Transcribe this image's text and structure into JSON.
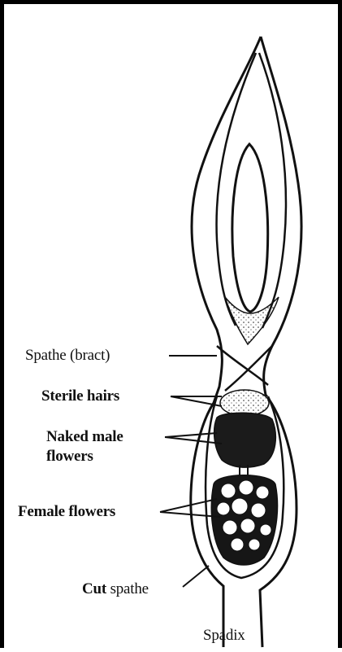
{
  "labels": {
    "spathe_bract": "Spathe (bract)",
    "sterile_hairs": "Sterile hairs",
    "naked_male_line1": "Naked male",
    "naked_male_line2": "flowers",
    "female_flowers": "Female flowers",
    "cut_prefix": "Cut",
    "cut_suffix": " spathe",
    "spadix": "Spadix"
  },
  "colors": {
    "ink": "#111111",
    "frame": "#000000",
    "background": "#ffffff"
  }
}
